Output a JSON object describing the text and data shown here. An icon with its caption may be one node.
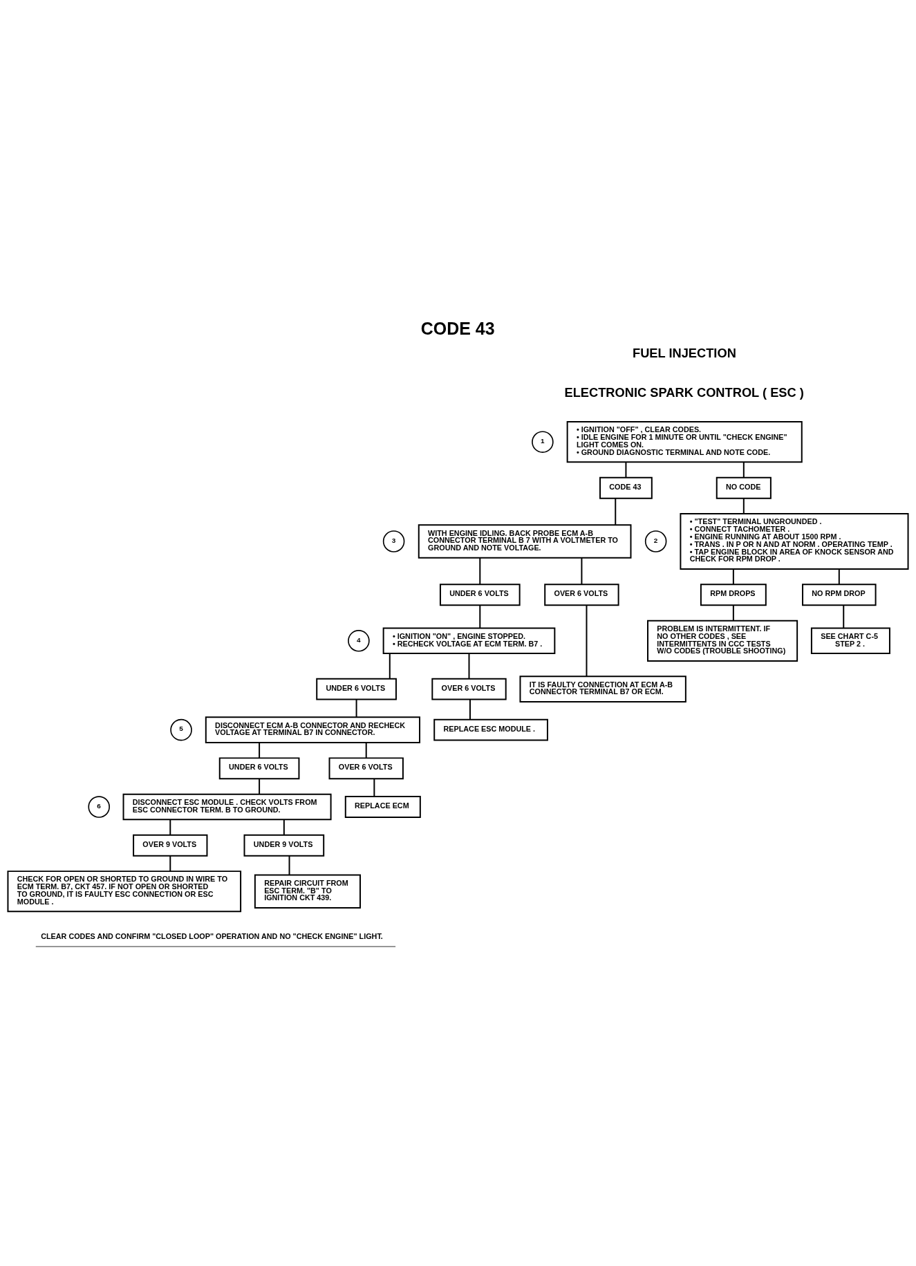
{
  "diagram": {
    "title": "CODE 43",
    "nodes": [
      {
        "text": [
          "• IGNITION \"OFF\" , CLEAR CODES.",
          "• IDLE ENGINE FOR 1 MINUTE OR UNTIL \"CHECK ENGINE\" LIGHT COMES ON.",
          "• GROUND DIAGNOSTIC TERMINAL AND NOTE CODE."
        ],
        "beside": [
          "1"
        ]
      },
      {
        "text": [
          "CODE 43"
        ]
      },
      {
        "text": [
          "NO CODE"
        ]
      },
      {
        "text": [
          "WITH ENGINE IDLING. BACK PROBE ECM A-B CONNECTOR TERMINAL B 7 WITH A VOLTMETER TO GROUND AND NOTE VOLTAGE."
        ],
        "beside": [
          "3"
        ]
      },
      {
        "text": [
          "• \"TEST\" TERMINAL UNGROUNDED .",
          "• CONNECT TACHOMETER .",
          "• ENGINE RUNNING AT ABOUT 1500 RPM .",
          "• TRANS . IN P OR N AND AT NORM . OPERATING TEMP .",
          "• TAP ENGINE BLOCK IN AREA OF KNOCK SENSOR AND CHECK FOR RPM DROP ."
        ],
        "beside": [
          "2"
        ]
      },
      {
        "text": [
          "UNDER 6 VOLTS"
        ]
      },
      {
        "text": [
          "OVER 6 VOLTS"
        ]
      },
      {
        "text": [
          "RPM DROPS"
        ]
      },
      {
        "text": [
          "NO RPM DROP"
        ]
      },
      {
        "text": [
          "PROBLEM IS INTERMITTENT. IF NO OTHER CODES , SEE INTERMITTENTS IN CCC TESTS W/O CODES (TROUBLE SHOOTING)"
        ]
      },
      {
        "text": [
          "SEE CHART C-5 STEP 2 ."
        ]
      },
      {
        "text": [
          "• IGNITION \"ON\" , ENGINE STOPPED.",
          "• RECHECK VOLTAGE AT ECM TERM. B7 ."
        ],
        "beside": [
          "4"
        ]
      },
      {
        "text": [
          "IT IS FAULTY CONNECTION AT ECM A-B CONNECTOR TERMINAL B7 OR ECM."
        ]
      },
      {
        "text": [
          "UNDER 6 VOLTS"
        ]
      },
      {
        "text": [
          "OVER 6 VOLTS"
        ]
      },
      {
        "text": [
          "DISCONNECT ECM A-B CONNECTOR AND RECHECK VOLTAGE AT TERMINAL B7 IN CONNECTOR."
        ],
        "beside": [
          "5"
        ]
      },
      {
        "text": [
          "REPLACE ESC MODULE ."
        ]
      },
      {
        "text": [
          "UNDER 6 VOLTS"
        ]
      },
      {
        "text": [
          "OVER 6 VOLTS"
        ]
      },
      {
        "text": [
          "DISCONNECT ESC MODULE . CHECK VOLTS FROM ESC CONNECTOR TERM. B TO GROUND."
        ],
        "beside": [
          "6"
        ]
      },
      {
        "text": [
          "REPLACE ECM"
        ]
      },
      {
        "text": [
          "OVER 9 VOLTS"
        ]
      },
      {
        "text": [
          "UNDER 9 VOLTS"
        ]
      },
      {
        "text": [
          "CHECK FOR OPEN OR SHORTED TO GROUND IN WIRE TO ECM TERM. B7, CKT 457. IF NOT OPEN OR SHORTED TO GROUND, IT IS FAULTY ESC CONNECTION OR ESC MODULE ."
        ]
      },
      {
        "text": [
          "REPAIR CIRCUIT FROM ESC TERM. \"B\" TO IGNITION CKT 439."
        ]
      }
    ],
    "edges": [
      {
        "from": 0,
        "to": 1,
        "arrow": "none"
      },
      {
        "from": 0,
        "to": 2,
        "arrow": "none"
      },
      {
        "from": 1,
        "to": 3,
        "arrow": "none"
      },
      {
        "from": 2,
        "to": 4,
        "arrow": "none"
      },
      {
        "from": 3,
        "to": 5,
        "arrow": "none"
      },
      {
        "from": 3,
        "to": 6,
        "arrow": "none"
      },
      {
        "from": 4,
        "to": 7,
        "arrow": "none"
      },
      {
        "from": 4,
        "to": 8,
        "arrow": "none"
      },
      {
        "from": 7,
        "to": 9,
        "arrow": "none"
      },
      {
        "from": 8,
        "to": 10,
        "arrow": "none"
      },
      {
        "from": 5,
        "to": 11,
        "arrow": "none"
      },
      {
        "from": 6,
        "to": 12,
        "arrow": "none"
      },
      {
        "from": 11,
        "to": 13,
        "arrow": "none"
      },
      {
        "from": 11,
        "to": 14,
        "arrow": "none"
      },
      {
        "from": 13,
        "to": 15,
        "arrow": "none"
      },
      {
        "from": 14,
        "to": 16,
        "arrow": "none"
      },
      {
        "from": 15,
        "to": 17,
        "arrow": "none"
      },
      {
        "from": 15,
        "to": 18,
        "arrow": "none"
      },
      {
        "from": 17,
        "to": 19,
        "arrow": "none"
      },
      {
        "from": 18,
        "to": 20,
        "arrow": "none"
      },
      {
        "from": 19,
        "to": 21,
        "arrow": "none"
      },
      {
        "from": 19,
        "to": 22,
        "arrow": "none"
      },
      {
        "from": 21,
        "to": 23,
        "arrow": "none"
      },
      {
        "from": 22,
        "to": 24,
        "arrow": "none"
      }
    ],
    "labels": [
      "FUEL INJECTION",
      "ELECTRONIC SPARK CONTROL ( ESC )",
      "CLEAR CODES AND CONFIRM \"CLOSED LOOP\" OPERATION AND NO \"CHECK ENGINE\" LIGHT."
    ]
  }
}
